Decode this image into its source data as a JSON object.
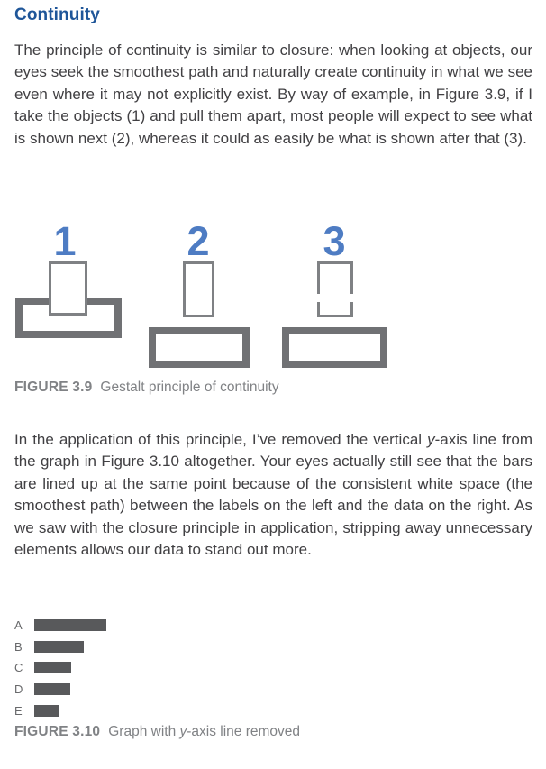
{
  "page": {
    "heading": "Continuity",
    "para1": "The principle of continuity is similar to closure: when looking at objects, our eyes seek the smoothest path and naturally create continuity in what we see even where it may not explicitly exist. By way of example, in Figure 3.9, if I take the objects (1) and pull them apart, most people will expect to see what is shown next (2), whereas it could as easily be what is shown after that (3).",
    "para2_part1": "In the application of this principle, I’ve removed the vertical ",
    "para2_italic": "y",
    "para2_part2": "-axis line from the graph in Figure 3.10 altogether. Your eyes actually still see that the bars are lined up at the same point because of the consistent white space (the smoothest path) between the labels on the left and the data on the right. As we saw with the closure principle in application, stripping away unnecessary elements allows our data to stand out more."
  },
  "figure39": {
    "labels": [
      "1",
      "2",
      "3"
    ],
    "caption_tag": "FIGURE 3.9",
    "caption_text": "Gestalt principle of continuity"
  },
  "figure310": {
    "caption_tag": "FIGURE 3.10",
    "caption_part1": "Graph with ",
    "caption_italic": "y",
    "caption_part2": "-axis line removed"
  },
  "chart_data": {
    "type": "bar",
    "orientation": "horizontal",
    "categories": [
      "A",
      "B",
      "C",
      "D",
      "E"
    ],
    "values": [
      80,
      55,
      41,
      40,
      27
    ],
    "title": "",
    "xlabel": "",
    "ylabel": "",
    "legend": "none",
    "grid": "off",
    "axis_lines": "none (y-axis line intentionally removed)",
    "bar_color": "#58595b"
  },
  "colors": {
    "heading_blue": "#1f5699",
    "number_blue": "#4e7cc3",
    "shape_thin_gray": "#7f8184",
    "shape_thick_gray": "#707174",
    "caption_gray": "#808285",
    "body_text": "#414043",
    "chart_bar_fill": "#58595b"
  }
}
